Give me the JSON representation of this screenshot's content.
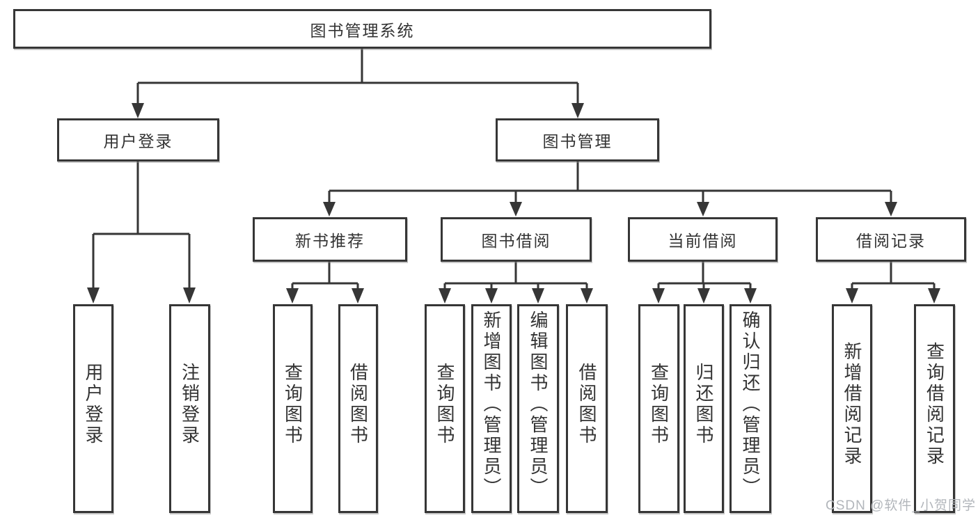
{
  "diagram_title": "图书管理系统",
  "tree": {
    "root": {
      "label": "图书管理系统",
      "children": [
        {
          "label": "用户登录",
          "children": [
            {
              "label": "用户登录"
            },
            {
              "label": "注销登录"
            }
          ]
        },
        {
          "label": "图书管理",
          "children": [
            {
              "label": "新书推荐",
              "children": [
                {
                  "label": "查询图书"
                },
                {
                  "label": "借阅图书"
                }
              ]
            },
            {
              "label": "图书借阅",
              "children": [
                {
                  "label": "查询图书"
                },
                {
                  "label": "新增图书（管理员）"
                },
                {
                  "label": "编辑图书（管理员）"
                },
                {
                  "label": "借阅图书"
                }
              ]
            },
            {
              "label": "当前借阅",
              "children": [
                {
                  "label": "查询图书"
                },
                {
                  "label": "归还图书"
                },
                {
                  "label": "确认归还（管理员）"
                }
              ]
            },
            {
              "label": "借阅记录",
              "children": [
                {
                  "label": "新增借阅记录"
                },
                {
                  "label": "查询借阅记录"
                }
              ]
            }
          ]
        }
      ]
    }
  },
  "watermark": {
    "text": "CSDN @软件_小贺同学"
  },
  "colors": {
    "line": "#363636",
    "box_border": "#363636",
    "text": "#333333",
    "box_background": "#ffffff",
    "watermark_text": "#b2b6bb",
    "page_background": "#ffffff"
  }
}
